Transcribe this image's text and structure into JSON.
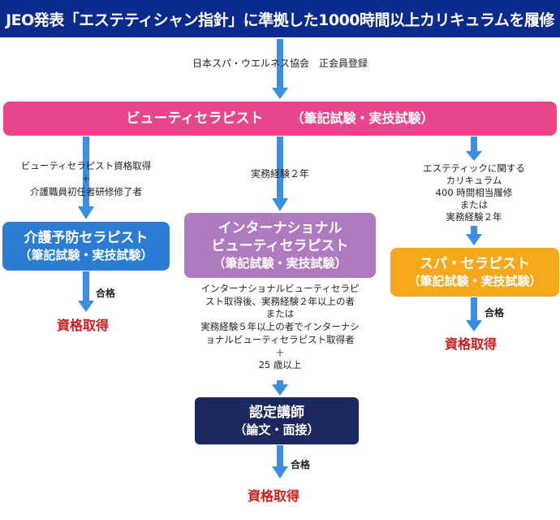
{
  "banner": {
    "title": "JEO発表「エステティシャン指針」に準拠した1000時間以上カリキュラムを履修"
  },
  "registration_note": "日本スパ・ウエルネス協会　正会員登録",
  "beauty_therapist": {
    "title": "ビューティセラピスト",
    "exam": "（筆記試験・実技試験）"
  },
  "left_branch": {
    "condition": [
      "ビューティセラピスト資格取得",
      "＋",
      "介護職員初任者研修修了者"
    ],
    "box_title": "介護予防セラピスト",
    "box_exam": "（筆記試験・実技試験）",
    "pass": "合格",
    "result": "資格取得"
  },
  "center_branch": {
    "condition": "実務経験２年",
    "box_title": [
      "インターナショナル",
      "ビューティセラピスト"
    ],
    "box_exam": "（筆記試験・実技試験）",
    "instructor_condition": [
      "インターナショナルビューティセラピ",
      "スト取得後、実務経験２年以上の者",
      "または",
      "実務経験５年以上の者でインターナシ",
      "ョナルビューティセラピスト取得者",
      "＋",
      "25 歳以上"
    ],
    "instructor_title": "認定講師",
    "instructor_exam": "（論文・面接）",
    "pass": "合格",
    "result": "資格取得"
  },
  "right_branch": {
    "condition": [
      "エステティックに関する",
      "カリキュラム",
      "400 時間相当履修",
      "または",
      "実務経験２年"
    ],
    "box_title": "スパ・セラピスト",
    "box_exam": "（筆記試験・実技試験）",
    "pass": "合格",
    "result": "資格取得"
  },
  "colors": {
    "banner": "#0a2a8c",
    "beauty_therapist": "#e8458a",
    "care_prevention": "#2a7dd2",
    "international": "#b07ac0",
    "spa": "#f5a81a",
    "instructor": "#1d2760",
    "arrow": "#3b8ee0",
    "result_text": "#d11a1a"
  }
}
